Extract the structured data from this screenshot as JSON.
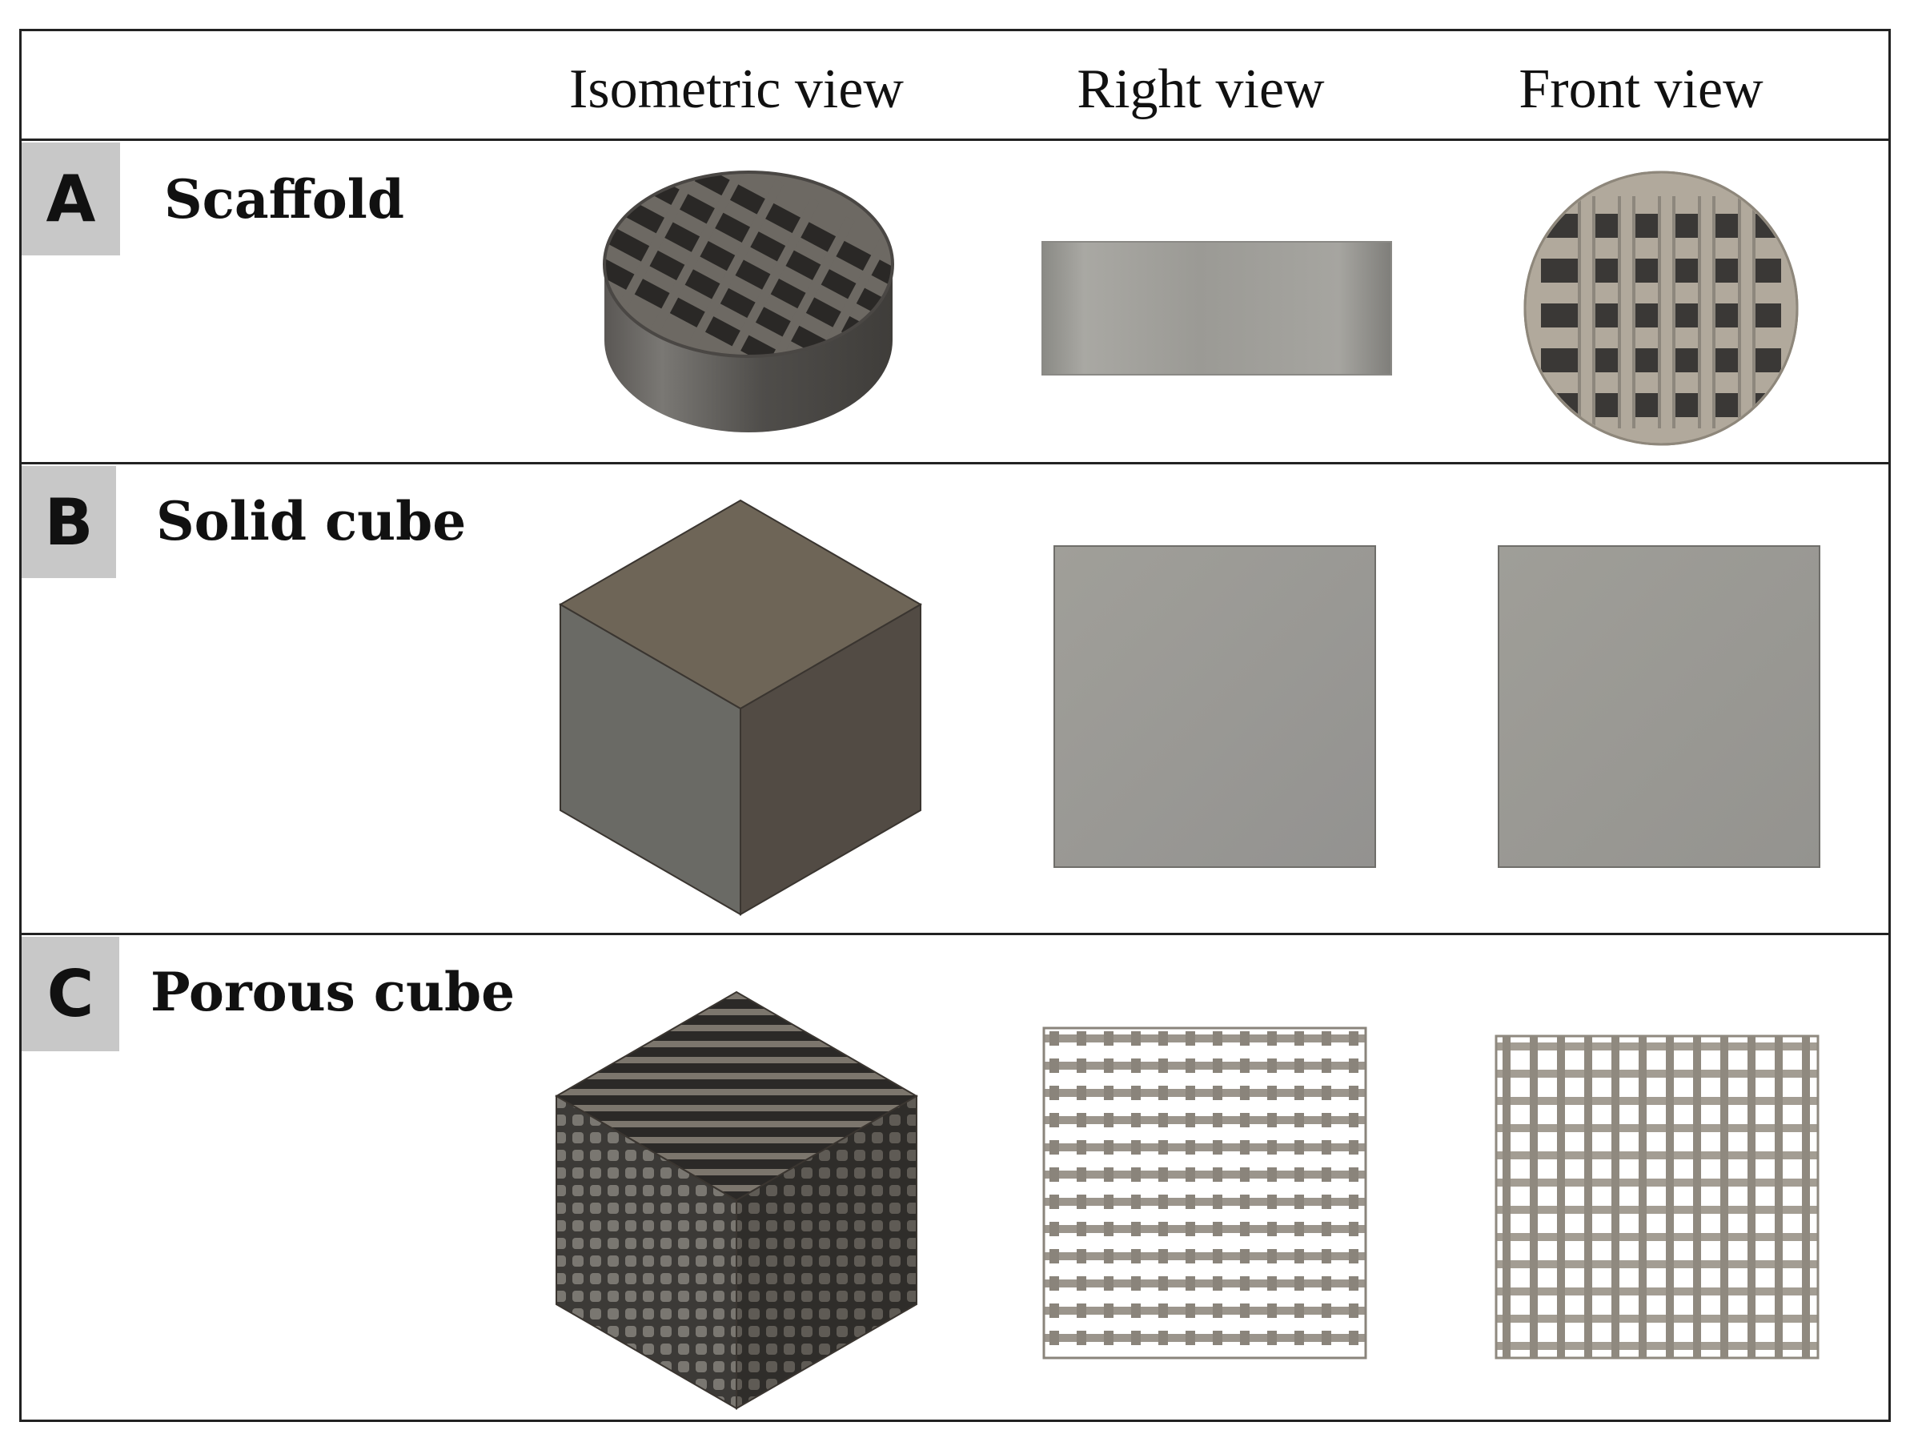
{
  "header": {
    "columns": [
      "Isometric view",
      "Right view",
      "Front view"
    ]
  },
  "rows": [
    {
      "badge": "A",
      "title": "Scaffold"
    },
    {
      "badge": "B",
      "title": "Solid cube"
    },
    {
      "badge": "C",
      "title": "Porous cube"
    }
  ],
  "colors": {
    "border": "#222222",
    "badge_bg": "#c8c8c8",
    "dark_gray": "#5a5856",
    "mid_gray": "#9a9994",
    "beige": "#b3ab9e"
  }
}
